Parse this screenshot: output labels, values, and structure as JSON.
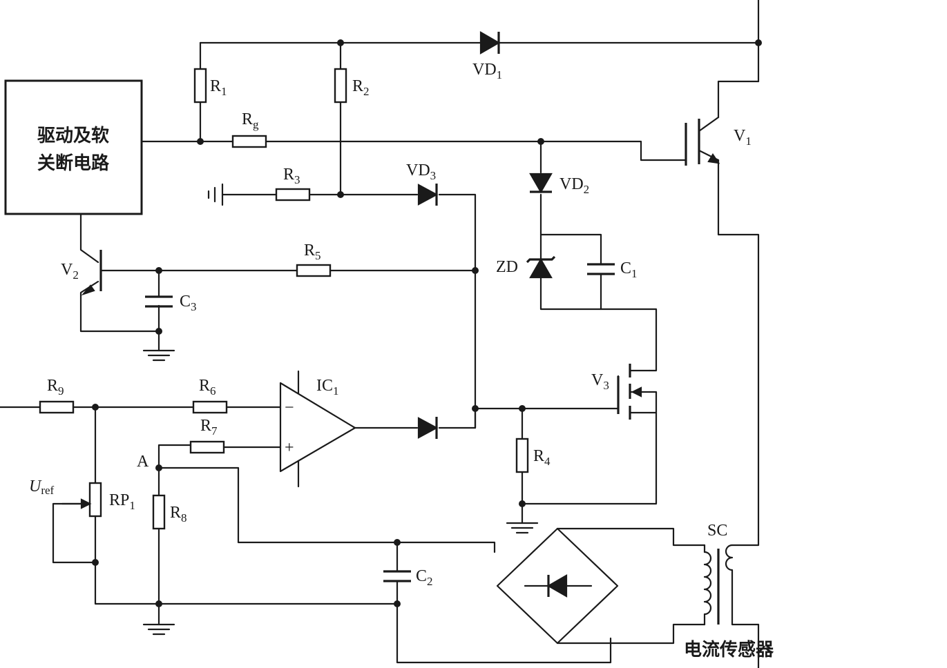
{
  "blocks": {
    "driver_line1": "驱动及软",
    "driver_line2": "关断电路",
    "sensor_caption": "电流传感器"
  },
  "labels": {
    "R1": {
      "main": "R",
      "sub": "1"
    },
    "R2": {
      "main": "R",
      "sub": "2"
    },
    "Rg": {
      "main": "R",
      "sub": "g"
    },
    "R3": {
      "main": "R",
      "sub": "3"
    },
    "R4": {
      "main": "R",
      "sub": "4"
    },
    "R5": {
      "main": "R",
      "sub": "5"
    },
    "R6": {
      "main": "R",
      "sub": "6"
    },
    "R7": {
      "main": "R",
      "sub": "7"
    },
    "R8": {
      "main": "R",
      "sub": "8"
    },
    "R9": {
      "main": "R",
      "sub": "9"
    },
    "RP1": {
      "main": "RP",
      "sub": "1"
    },
    "VD1": {
      "main": "VD",
      "sub": "1"
    },
    "VD2": {
      "main": "VD",
      "sub": "2"
    },
    "VD3": {
      "main": "VD",
      "sub": "3"
    },
    "ZD": {
      "main": "ZD"
    },
    "C1": {
      "main": "C",
      "sub": "1"
    },
    "C2": {
      "main": "C",
      "sub": "2"
    },
    "C3": {
      "main": "C",
      "sub": "3"
    },
    "V1": {
      "main": "V",
      "sub": "1"
    },
    "V2": {
      "main": "V",
      "sub": "2"
    },
    "V3": {
      "main": "V",
      "sub": "3"
    },
    "IC1": {
      "main": "IC",
      "sub": "1"
    },
    "SC": {
      "main": "SC"
    },
    "A": {
      "main": "A"
    },
    "Uref": {
      "main": "U",
      "sub": "ref"
    },
    "minus": "−",
    "plus": "+"
  }
}
